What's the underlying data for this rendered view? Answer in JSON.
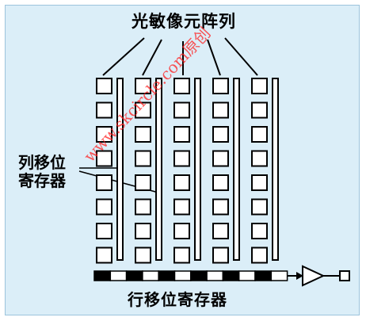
{
  "labels": {
    "title": "光敏像元阵列",
    "column_register": "列移位\n寄存器",
    "row_register": "行移位寄存器"
  },
  "watermark": "www.skcircle.com原创",
  "grid": {
    "columns": 5,
    "rows": 8
  },
  "colors": {
    "background": "#dbeef8",
    "border": "#9cc4dc",
    "line": "#000000",
    "cell_fill": "#ffffff",
    "watermark": "#ff2020"
  }
}
